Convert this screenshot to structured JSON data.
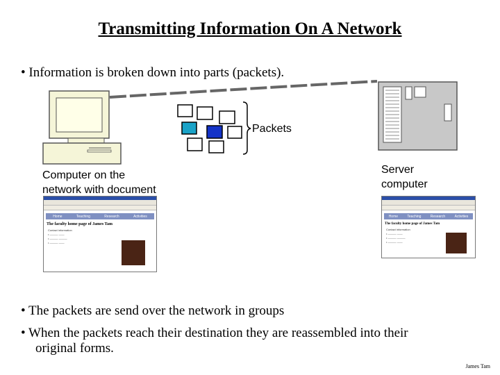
{
  "title": "Transmitting Information On A Network",
  "bullets": {
    "b1": "• Information is broken down into parts (packets).",
    "b2": "• The packets are send over the network in groups",
    "b3_line1": "• When the packets reach their destination they are reassembled into their",
    "b3_line2": "original forms."
  },
  "labels": {
    "packets": "Packets",
    "client_line1": "Computer on the",
    "client_line2": "network with document",
    "server_line1": "Server",
    "server_line2": "computer"
  },
  "screenshots": {
    "nav": [
      "Home",
      "Teaching",
      "Research",
      "Activities"
    ],
    "heading": "The faculty home page of James Tam",
    "contact": "Contact information"
  },
  "signature": "James Tam",
  "colors": {
    "packet_cyan": "#1aa3c8",
    "packet_blue": "#1433c8",
    "server_gray": "#c8c8c8",
    "monitor_cream": "#f5f5d8"
  }
}
